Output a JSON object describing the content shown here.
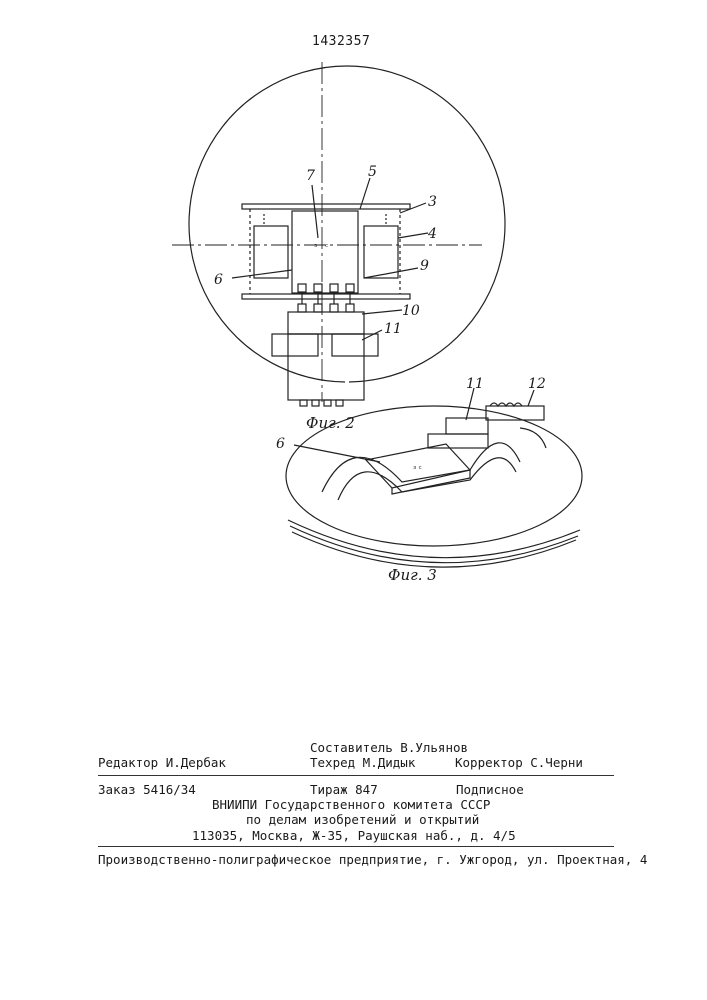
{
  "patent_number": "1432357",
  "figures": {
    "fig2": {
      "caption": "Фиг. 2",
      "labels": [
        "7",
        "5",
        "3",
        "4",
        "6",
        "9",
        "10",
        "11"
      ]
    },
    "fig3": {
      "caption": "Фиг. 3",
      "labels": [
        "11",
        "12",
        "6"
      ]
    }
  },
  "colophon": {
    "editor": "Редактор И.Дербак",
    "compiler": "Составитель В.Ульянов",
    "techred": "Техред М.Дидык",
    "corrector": "Корректор С.Черни",
    "order": "Заказ  5416/34",
    "circulation": "Тираж 847",
    "subscription": "Подписное",
    "institute_1": "ВНИИПИ Государственного комитета СССР",
    "institute_2": "по делам изобретений и открытий",
    "address": "113035, Москва, Ж-35, Раушская наб., д. 4/5",
    "printer": "Производственно-полиграфическое предприятие, г. Ужгород, ул. Проектная, 4"
  }
}
